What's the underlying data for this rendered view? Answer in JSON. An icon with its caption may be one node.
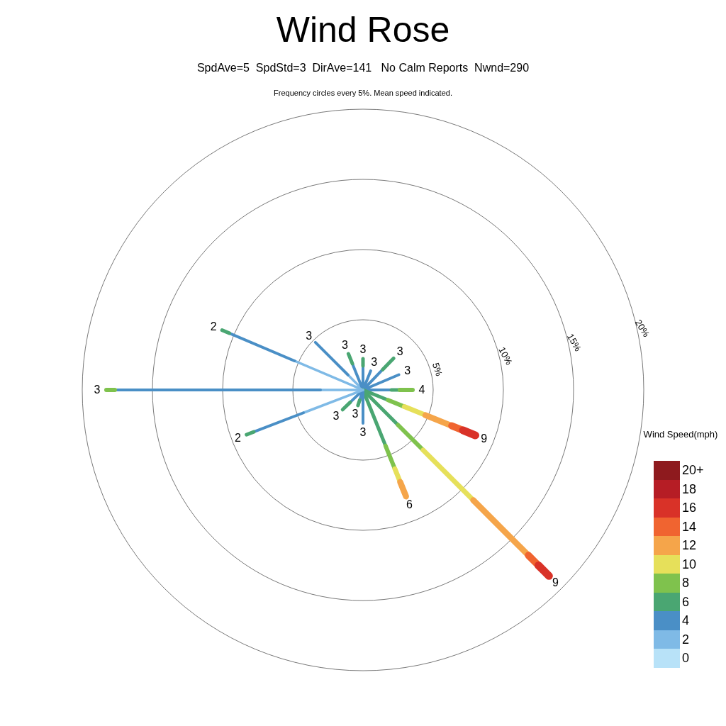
{
  "diagram": {
    "title": "Wind Rose",
    "labels": [
      "SpdAve=5  SpdStd=3  DirAve=141   No Calm Reports  Nwnd=290",
      "Frequency circles every 5%. Mean speed indicated.",
      "2",
      "20%",
      "3",
      "15%",
      "3",
      "3",
      "3",
      "10%",
      "3",
      "5%",
      "3",
      "3",
      "4",
      "3",
      "3",
      "Wind Speed(mph)",
      "3",
      "9",
      "2",
      "6",
      "9"
    ],
    "legend": [
      {
        "text": "20+",
        "color": "#8e1a1e"
      },
      {
        "text": "18",
        "color": "#b61d25"
      },
      {
        "text": "16",
        "color": "#d93228"
      },
      {
        "text": "14",
        "color": "#f06430"
      },
      {
        "text": "12",
        "color": "#f5a54a"
      },
      {
        "text": "10",
        "color": "#e6e05a"
      },
      {
        "text": "8",
        "color": "#7fc24d"
      },
      {
        "text": "6",
        "color": "#4aa672"
      },
      {
        "text": "4",
        "color": "#4a8fc6"
      },
      {
        "text": "2",
        "color": "#7fbae6"
      },
      {
        "text": "0",
        "color": "#b8e2f8"
      }
    ]
  }
}
